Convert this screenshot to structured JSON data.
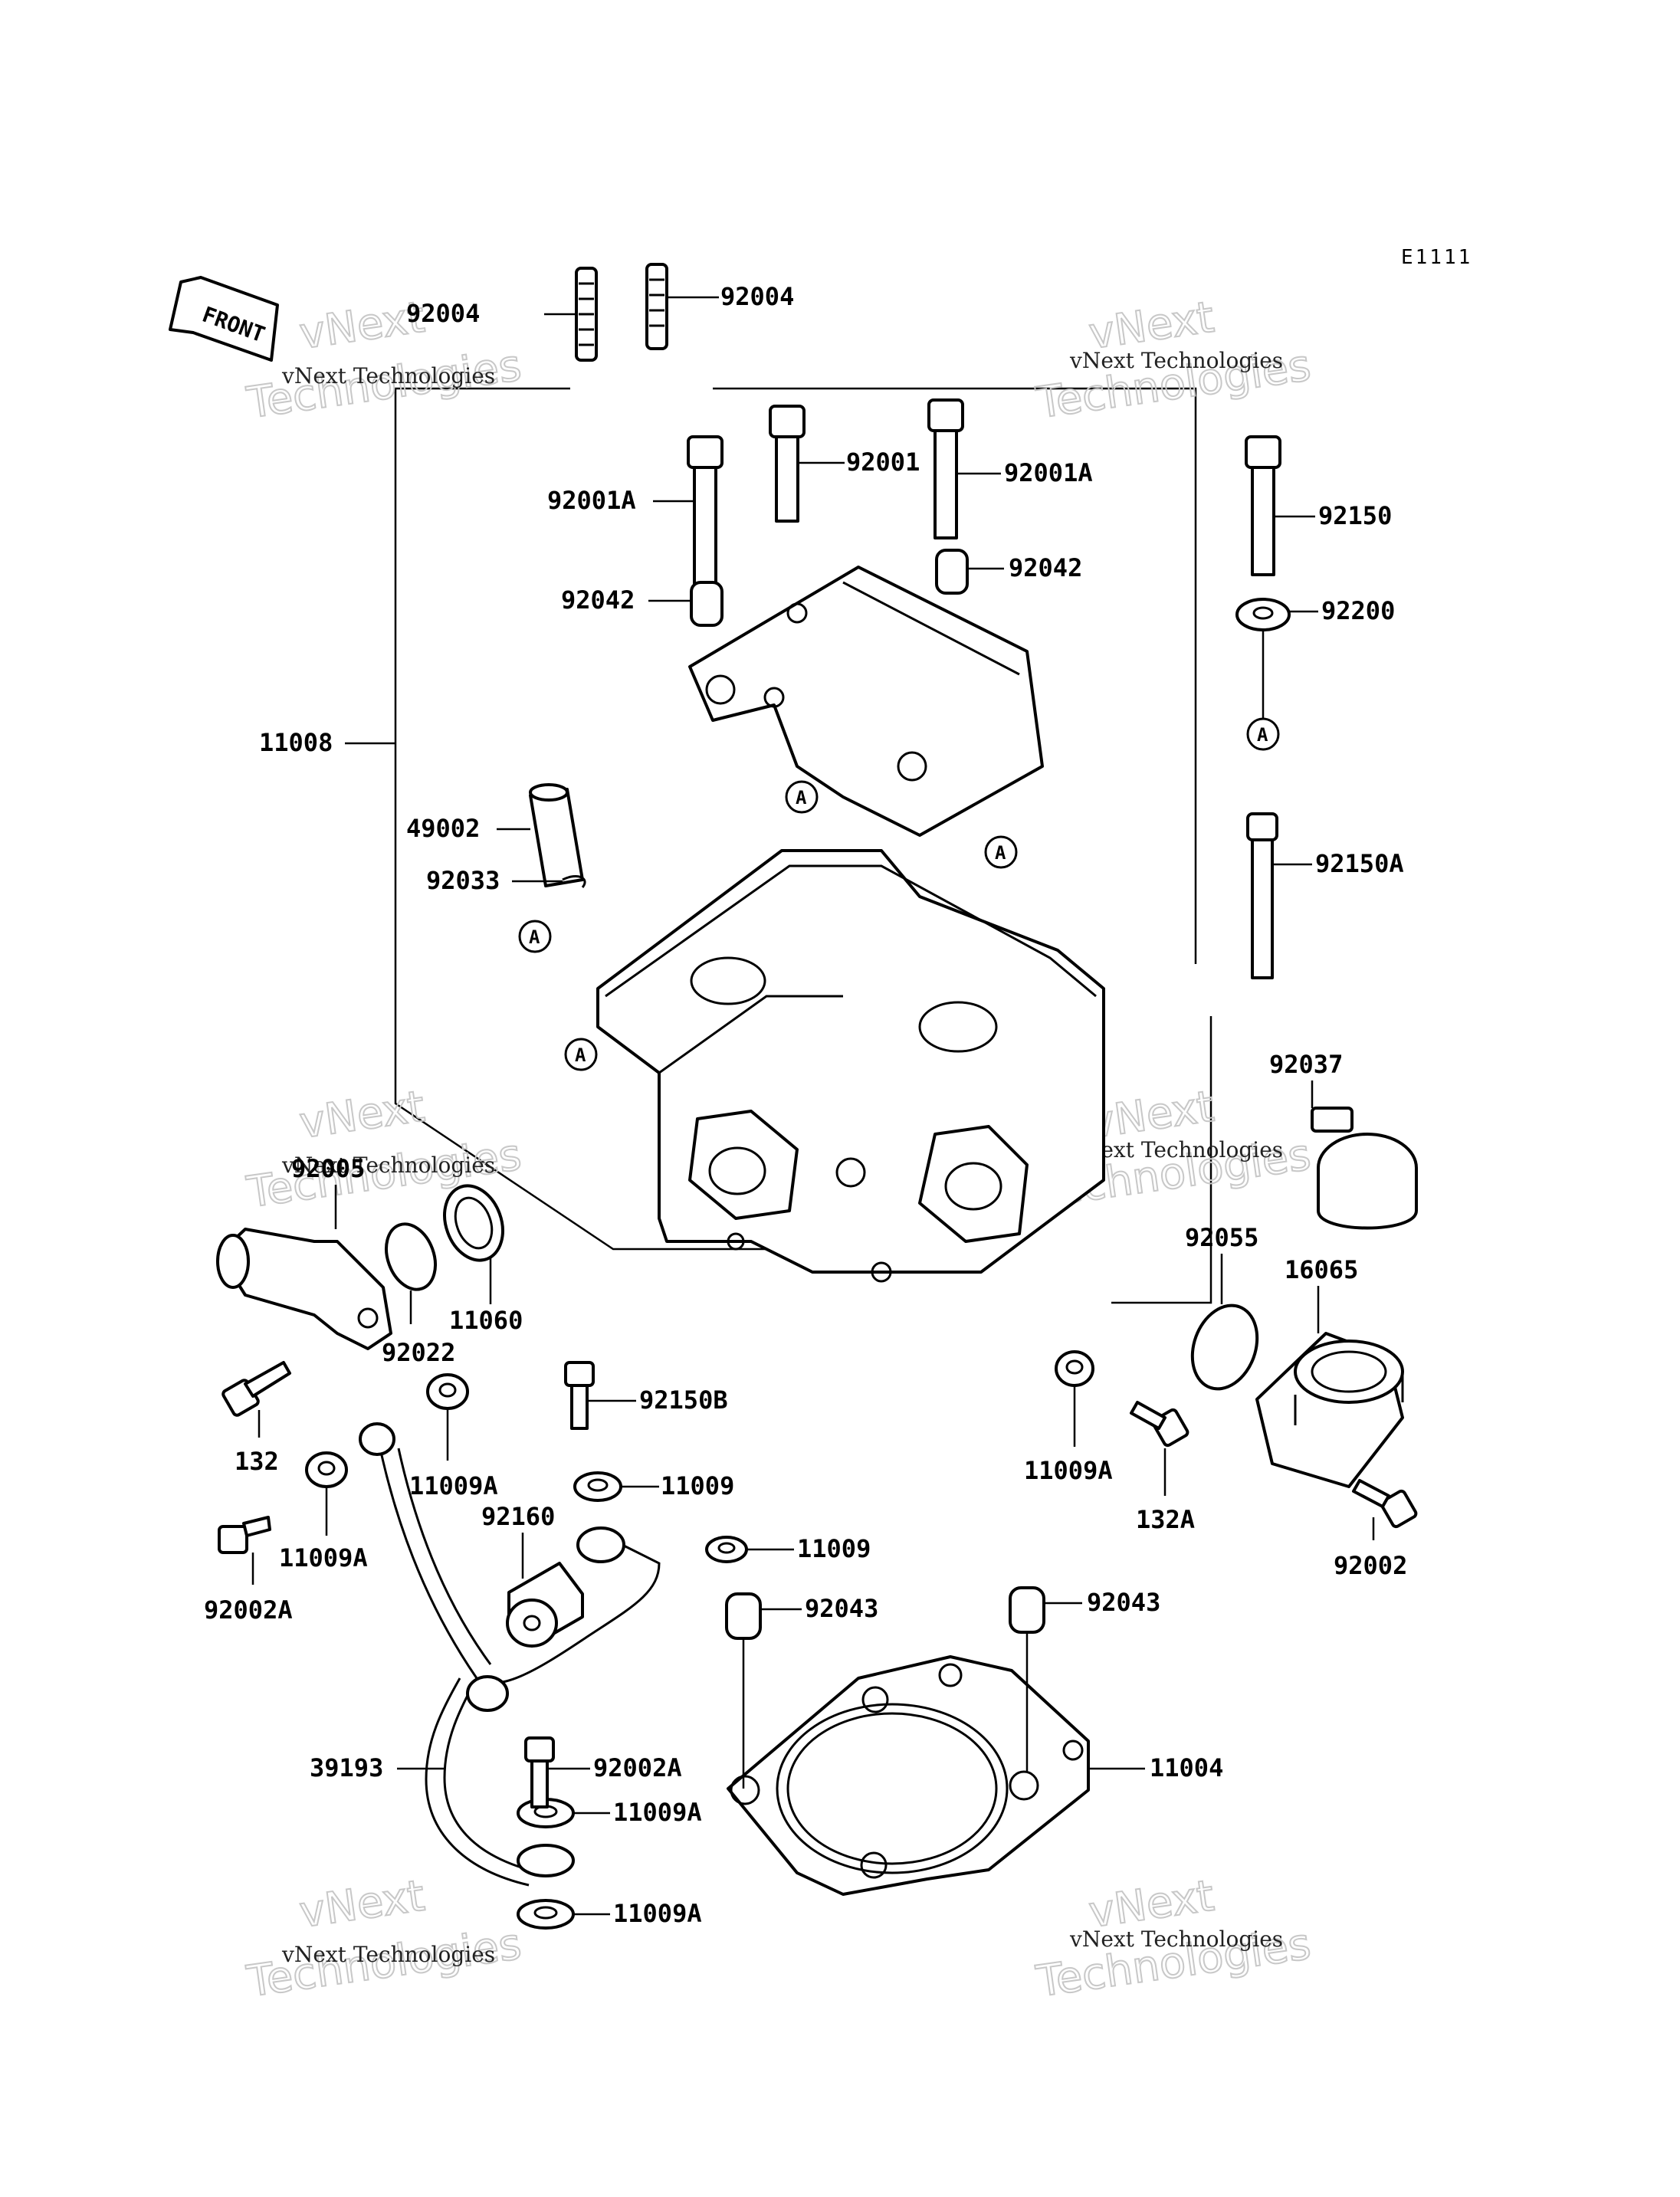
{
  "diagram_code": "E1111",
  "front_label": "FRONT",
  "reference_marker": "A",
  "watermark": {
    "line1": "vNext Technologies",
    "line2": "vNext",
    "line3": "Technologies"
  },
  "part_labels": [
    "92004",
    "92004",
    "92001",
    "92001A",
    "92001A",
    "92042",
    "92042",
    "92150",
    "92200",
    "92150A",
    "11008",
    "49002",
    "92033",
    "92037",
    "92005",
    "11060",
    "92022",
    "92055",
    "16065",
    "132",
    "92150B",
    "11009A",
    "11009A",
    "132A",
    "92002",
    "11009",
    "11009",
    "92160",
    "11009A",
    "92002A",
    "92043",
    "92043",
    "39193",
    "92002A",
    "11009A",
    "11004",
    "11009A"
  ]
}
